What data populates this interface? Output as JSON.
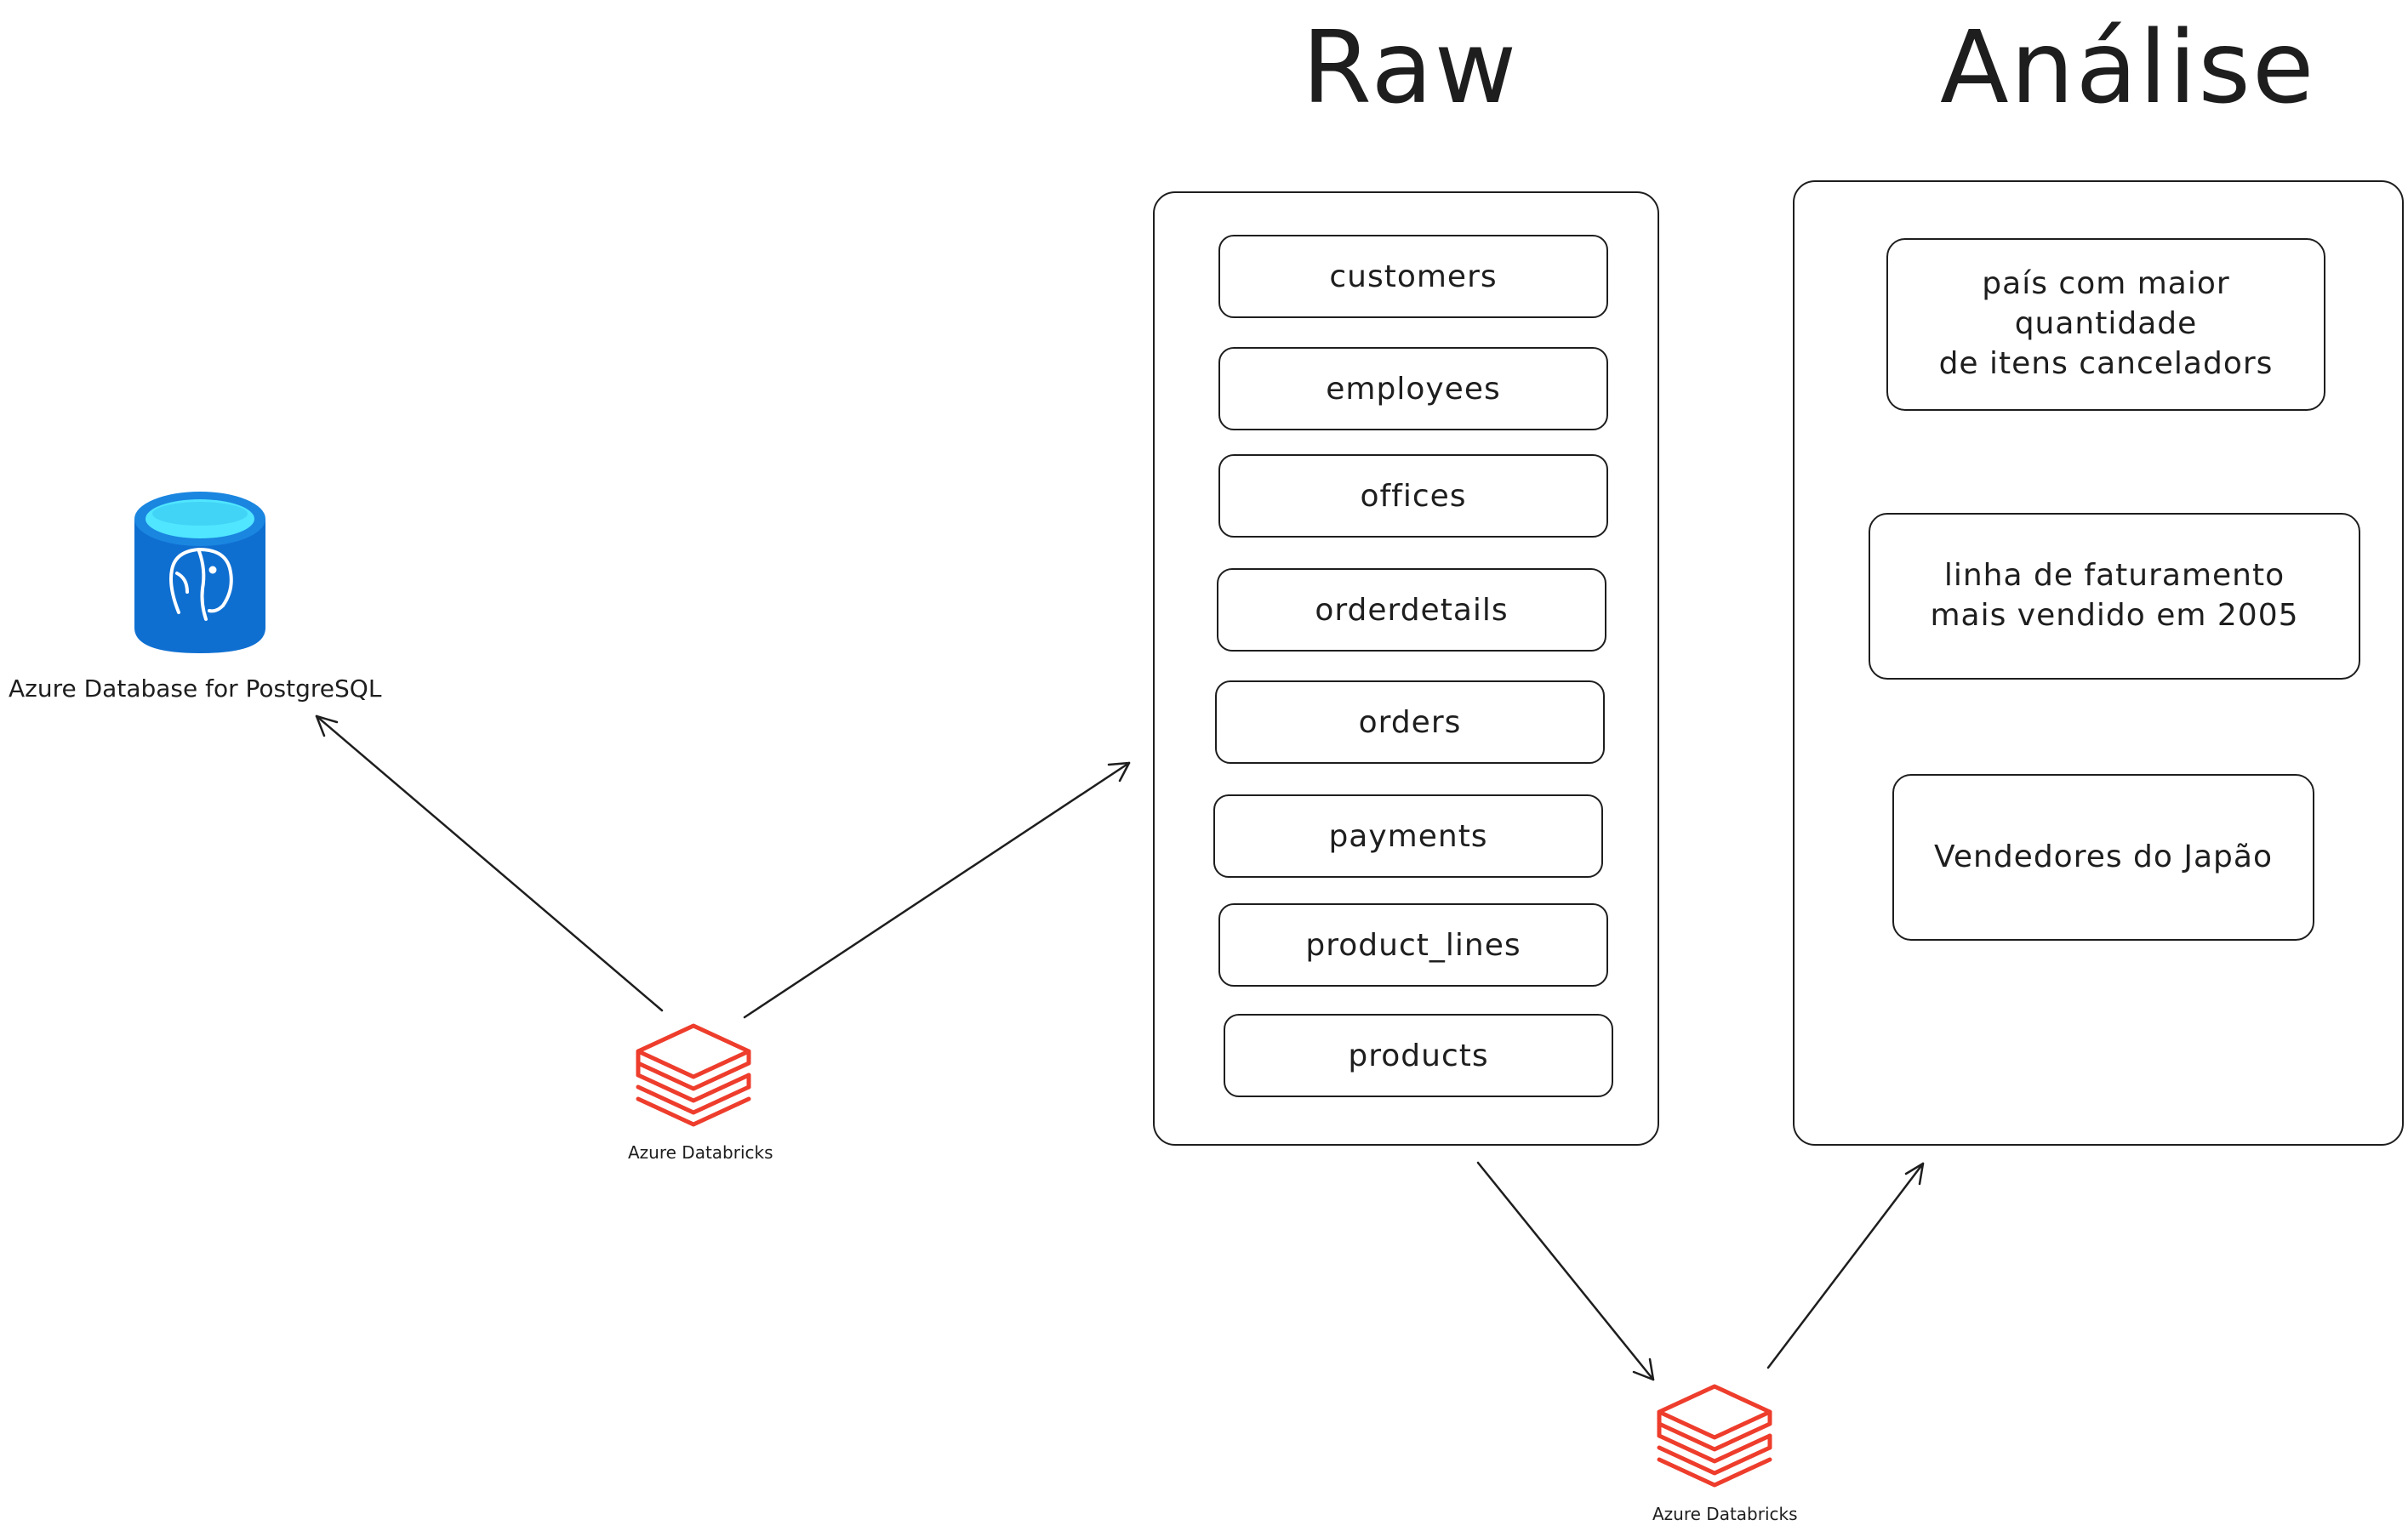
{
  "titles": {
    "raw": "Raw",
    "analysis": "Análise"
  },
  "source": {
    "label": "Azure Database for PostgreSQL",
    "icon": "postgresql-database-icon",
    "colors": {
      "body": "#0f6fd1",
      "top": "#50e6ff",
      "rim": "#1a86e0"
    }
  },
  "databricks": {
    "ingest_label": "Azure Databricks",
    "transform_label": "Azure Databricks",
    "icon": "databricks-icon",
    "color": "#ee3d2c"
  },
  "raw_tables": [
    "customers",
    "employees",
    "offices",
    "orderdetails",
    "orders",
    "payments",
    "product_lines",
    "products"
  ],
  "analyses": [
    "país com maior quantidade\nde itens canceladors",
    "linha de faturamento\nmais vendido em 2005",
    "Vendedores do Japão"
  ]
}
